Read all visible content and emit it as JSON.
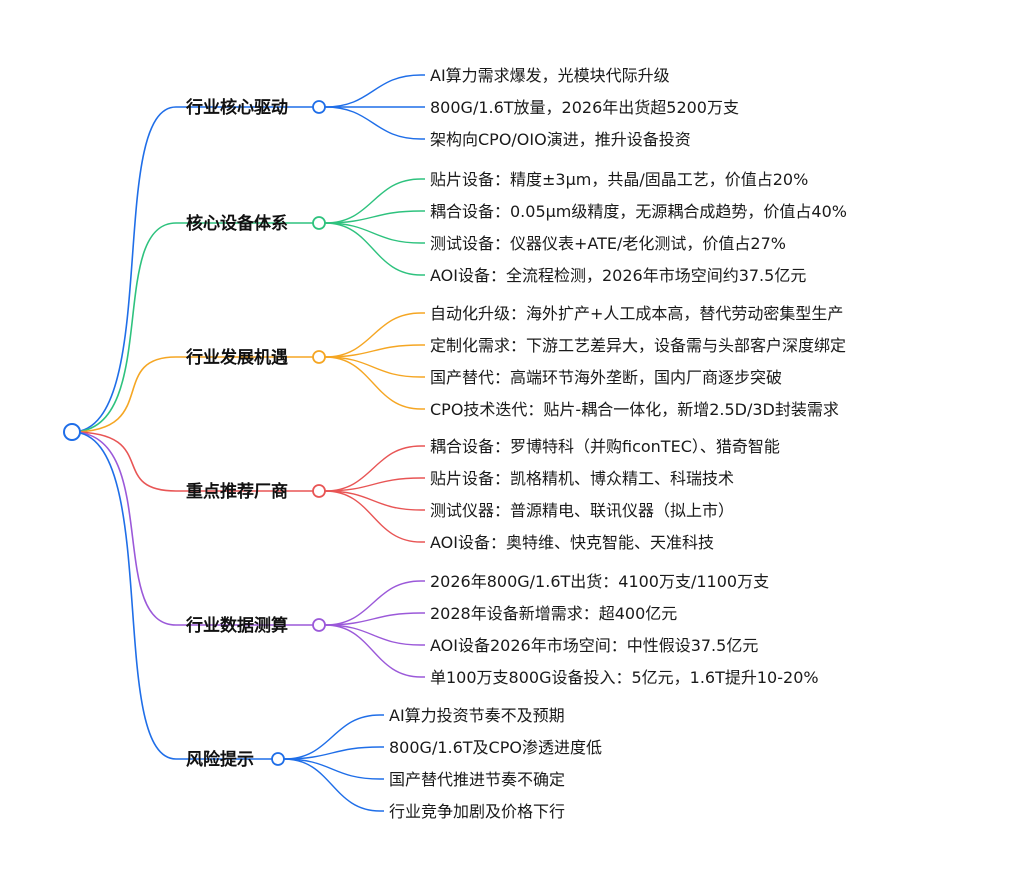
{
  "colors": {
    "blue": "#1f6ee8",
    "green": "#2ec27e",
    "orange": "#f5a623",
    "red": "#e85555",
    "purple": "#9b59d9"
  },
  "mindmap": {
    "root": "",
    "branches": [
      {
        "label": "行业核心驱动",
        "color": "blue",
        "items": [
          "AI算力需求爆发，光模块代际升级",
          "800G/1.6T放量，2026年出货超5200万支",
          "架构向CPO/OIO演进，推升设备投资"
        ]
      },
      {
        "label": "核心设备体系",
        "color": "green",
        "items": [
          "贴片设备：精度±3μm，共晶/固晶工艺，价值占20%",
          "耦合设备：0.05μm级精度，无源耦合成趋势，价值占40%",
          "测试设备：仪器仪表+ATE/老化测试，价值占27%",
          "AOI设备：全流程检测，2026年市场空间约37.5亿元"
        ]
      },
      {
        "label": "行业发展机遇",
        "color": "orange",
        "items": [
          "自动化升级：海外扩产+人工成本高，替代劳动密集型生产",
          "定制化需求：下游工艺差异大，设备需与头部客户深度绑定",
          "国产替代：高端环节海外垄断，国内厂商逐步突破",
          "CPO技术迭代：贴片-耦合一体化，新增2.5D/3D封装需求"
        ]
      },
      {
        "label": "重点推荐厂商",
        "color": "red",
        "items": [
          "耦合设备：罗博特科（并购ficonTEC）、猎奇智能",
          "贴片设备：凯格精机、博众精工、科瑞技术",
          "测试仪器：普源精电、联讯仪器（拟上市）",
          "AOI设备：奥特维、快克智能、天准科技"
        ]
      },
      {
        "label": "行业数据测算",
        "color": "purple",
        "items": [
          "2026年800G/1.6T出货：4100万支/1100万支",
          "2028年设备新增需求：超400亿元",
          "AOI设备2026年市场空间：中性假设37.5亿元",
          "单100万支800G设备投入：5亿元，1.6T提升10-20%"
        ]
      },
      {
        "label": "风险提示",
        "color": "blue",
        "items": [
          "AI算力投资节奏不及预期",
          "800G/1.6T及CPO渗透进度低",
          "国产替代推进节奏不确定",
          "行业竞争加剧及价格下行"
        ]
      }
    ]
  }
}
